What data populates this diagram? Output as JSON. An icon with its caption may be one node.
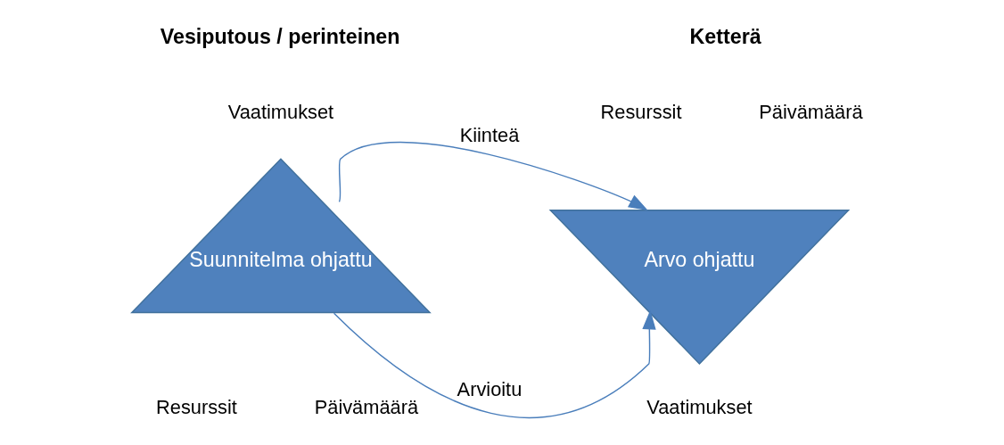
{
  "diagram": {
    "nodes": [
      {
        "text": [
          "Suunnitelma ohjattu"
        ],
        "beside": [
          "Vaatimukset",
          "Resurssit",
          "Päivämäärä"
        ]
      },
      {
        "text": [
          "Arvo ohjattu"
        ],
        "beside": [
          "Resurssit",
          "Päivämäärä",
          "Vaatimukset"
        ]
      }
    ],
    "edges": [
      {
        "from": 0,
        "to": 1,
        "arrow": "to",
        "label": "Kiinteä"
      },
      {
        "from": 0,
        "to": 1,
        "arrow": "to",
        "label": "Arvioitu"
      }
    ],
    "labels": [
      "Vesiputous / perinteinen",
      "Ketterä"
    ]
  }
}
